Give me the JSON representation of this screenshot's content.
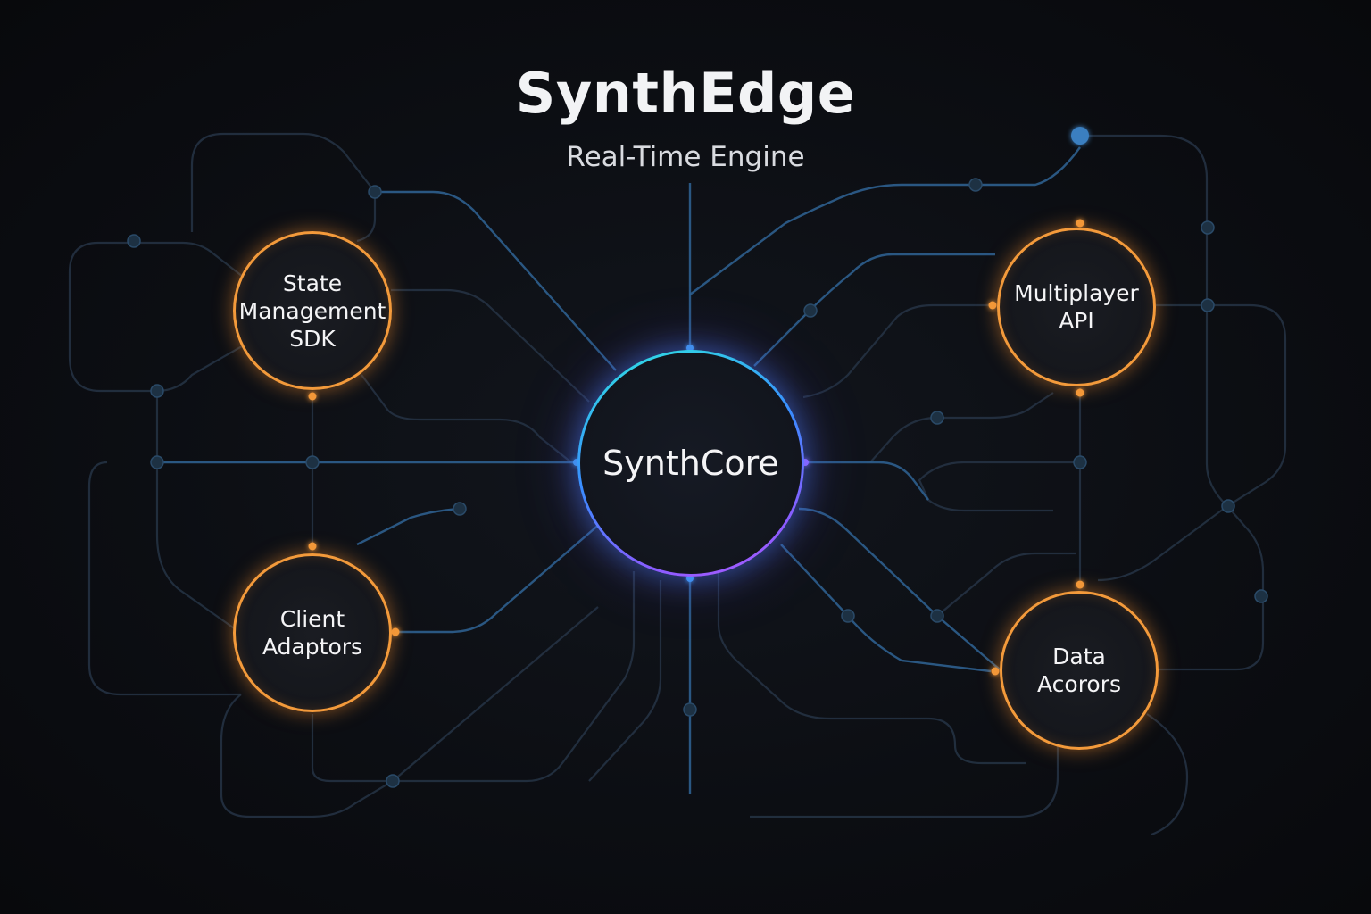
{
  "header": {
    "title": "SynthEdge",
    "subtitle": "Real-Time Engine"
  },
  "core": {
    "label": "SynthCore",
    "gradient": [
      "#2ee6e0",
      "#3a8cff",
      "#8a5cff",
      "#b25cff"
    ]
  },
  "nodes": [
    {
      "id": "state",
      "lines": [
        "State",
        "Management",
        "SDK"
      ]
    },
    {
      "id": "client",
      "lines": [
        "Client",
        "Adaptors"
      ]
    },
    {
      "id": "multiplayer",
      "lines": [
        "Multiplayer",
        "API"
      ]
    },
    {
      "id": "data",
      "lines": [
        "Data",
        "Acorors"
      ]
    }
  ],
  "colors": {
    "background": "#0c0e13",
    "node_ring": "#f39a3b",
    "connector_dim": "#2b3a4d",
    "connector_bright": "#2f6fa8",
    "junction": "#1f3346"
  }
}
